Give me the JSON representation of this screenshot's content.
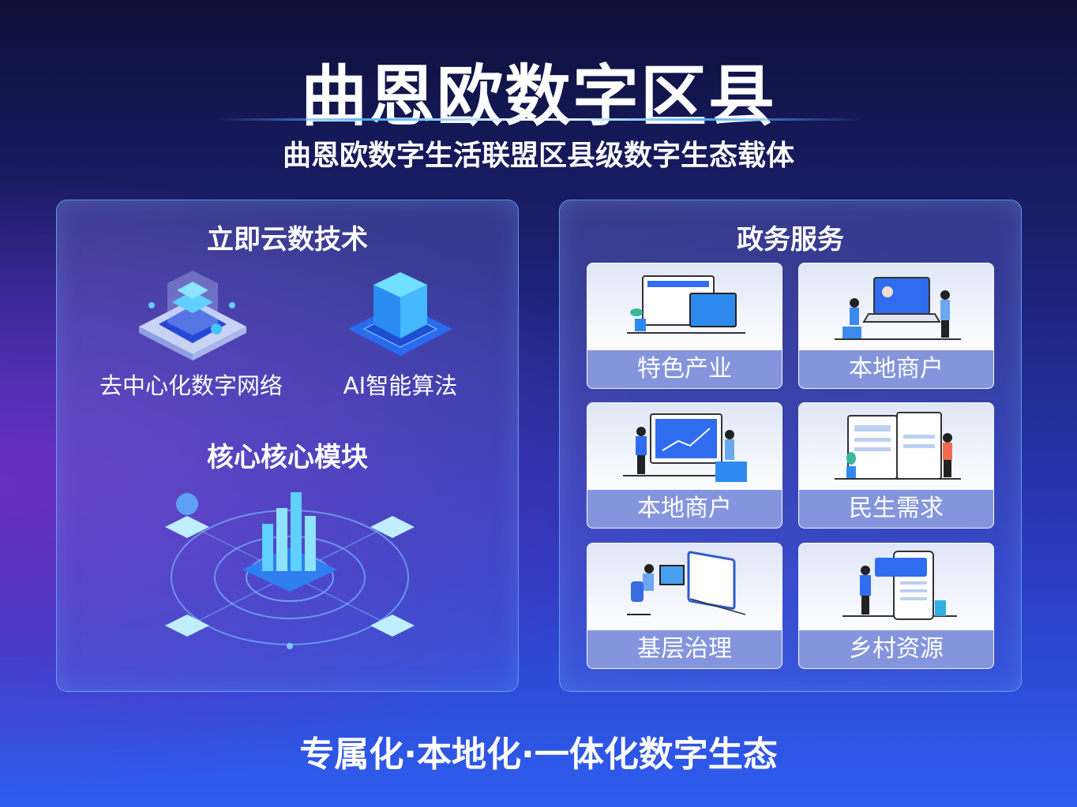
{
  "title": "曲恩欧数字区县",
  "subtitle": "曲恩欧数字生活联盟区县级数字生态载体",
  "left_panel": {
    "title": "立即云数技术",
    "features": [
      {
        "label": "去中心化数字网络",
        "icon": "layered-chip-icon"
      },
      {
        "label": "AI智能算法",
        "icon": "cube-server-icon"
      }
    ],
    "module_title": "核心核心模块"
  },
  "right_panel": {
    "title": "政务服务",
    "cards": [
      {
        "label": "特色产业",
        "icon": "monitors-plant-icon"
      },
      {
        "label": "本地商户",
        "icon": "laptop-people-icon"
      },
      {
        "label": "本地商户",
        "icon": "chart-presentation-icon"
      },
      {
        "label": "民生需求",
        "icon": "documents-person-icon"
      },
      {
        "label": "基层治理",
        "icon": "desk-worker-icon"
      },
      {
        "label": "乡村资源",
        "icon": "phone-person-icon"
      }
    ]
  },
  "footer": "专属化·本地化·一体化数字生态",
  "colors": {
    "accent": "#3aa8ff",
    "card_label_bg": "#6e82d7"
  }
}
